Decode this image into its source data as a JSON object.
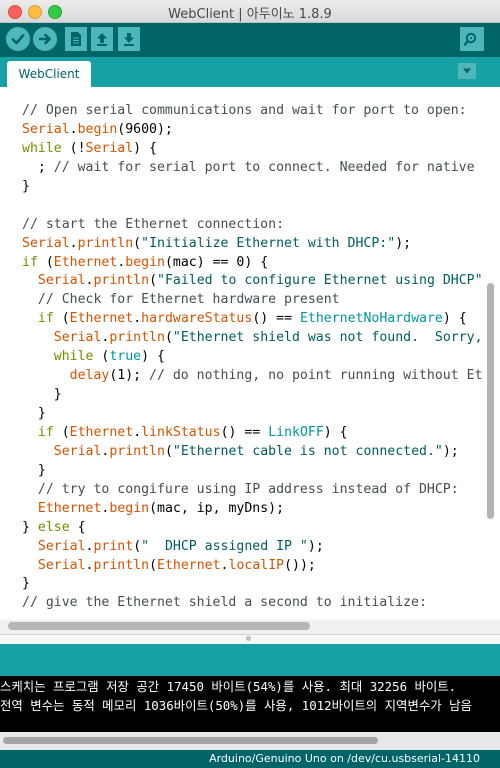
{
  "window": {
    "title": "WebClient | 아두이노 1.8.9"
  },
  "toolbar": {
    "verify_icon": "checkmark-icon",
    "upload_icon": "arrow-right-icon",
    "new_icon": "document-icon",
    "open_icon": "arrow-up-icon",
    "save_icon": "arrow-down-icon",
    "serial_monitor_icon": "magnifier-icon"
  },
  "tabs": [
    {
      "label": "WebClient"
    }
  ],
  "code": {
    "lines": [
      [
        {
          "t": "// Open serial communications and wait for port to open:",
          "c": "cm"
        }
      ],
      [
        {
          "t": "Serial",
          "c": "kw"
        },
        {
          "t": "."
        },
        {
          "t": "begin",
          "c": "kw"
        },
        {
          "t": "(9600);"
        }
      ],
      [
        {
          "t": "while",
          "c": "kw2"
        },
        {
          "t": " (!"
        },
        {
          "t": "Serial",
          "c": "kw"
        },
        {
          "t": ") {"
        }
      ],
      [
        {
          "t": "  ; "
        },
        {
          "t": "// wait for serial port to connect. Needed for native",
          "c": "cm"
        }
      ],
      [
        {
          "t": "}"
        }
      ],
      [
        {
          "t": ""
        }
      ],
      [
        {
          "t": "// start the Ethernet connection:",
          "c": "cm"
        }
      ],
      [
        {
          "t": "Serial",
          "c": "kw"
        },
        {
          "t": "."
        },
        {
          "t": "println",
          "c": "kw"
        },
        {
          "t": "("
        },
        {
          "t": "\"Initialize Ethernet with DHCP:\"",
          "c": "st"
        },
        {
          "t": ");"
        }
      ],
      [
        {
          "t": "if",
          "c": "kw2"
        },
        {
          "t": " ("
        },
        {
          "t": "Ethernet",
          "c": "kw"
        },
        {
          "t": "."
        },
        {
          "t": "begin",
          "c": "kw"
        },
        {
          "t": "(mac) == 0) {"
        }
      ],
      [
        {
          "t": "  "
        },
        {
          "t": "Serial",
          "c": "kw"
        },
        {
          "t": "."
        },
        {
          "t": "println",
          "c": "kw"
        },
        {
          "t": "("
        },
        {
          "t": "\"Failed to configure Ethernet using DHCP\"",
          "c": "st"
        }
      ],
      [
        {
          "t": "  "
        },
        {
          "t": "// Check for Ethernet hardware present",
          "c": "cm"
        }
      ],
      [
        {
          "t": "  "
        },
        {
          "t": "if",
          "c": "kw2"
        },
        {
          "t": " ("
        },
        {
          "t": "Ethernet",
          "c": "kw"
        },
        {
          "t": "."
        },
        {
          "t": "hardwareStatus",
          "c": "kw"
        },
        {
          "t": "() == "
        },
        {
          "t": "EthernetNoHardware",
          "c": "ct"
        },
        {
          "t": ") {"
        }
      ],
      [
        {
          "t": "    "
        },
        {
          "t": "Serial",
          "c": "kw"
        },
        {
          "t": "."
        },
        {
          "t": "println",
          "c": "kw"
        },
        {
          "t": "("
        },
        {
          "t": "\"Ethernet shield was not found.  Sorry,",
          "c": "st"
        }
      ],
      [
        {
          "t": "    "
        },
        {
          "t": "while",
          "c": "kw2"
        },
        {
          "t": " ("
        },
        {
          "t": "true",
          "c": "ct"
        },
        {
          "t": ") {"
        }
      ],
      [
        {
          "t": "      "
        },
        {
          "t": "delay",
          "c": "kw"
        },
        {
          "t": "(1); "
        },
        {
          "t": "// do nothing, no point running without Et",
          "c": "cm"
        }
      ],
      [
        {
          "t": "    }"
        }
      ],
      [
        {
          "t": "  }"
        }
      ],
      [
        {
          "t": "  "
        },
        {
          "t": "if",
          "c": "kw2"
        },
        {
          "t": " ("
        },
        {
          "t": "Ethernet",
          "c": "kw"
        },
        {
          "t": "."
        },
        {
          "t": "linkStatus",
          "c": "kw"
        },
        {
          "t": "() == "
        },
        {
          "t": "LinkOFF",
          "c": "ct"
        },
        {
          "t": ") {"
        }
      ],
      [
        {
          "t": "    "
        },
        {
          "t": "Serial",
          "c": "kw"
        },
        {
          "t": "."
        },
        {
          "t": "println",
          "c": "kw"
        },
        {
          "t": "("
        },
        {
          "t": "\"Ethernet cable is not connected.\"",
          "c": "st"
        },
        {
          "t": ");"
        }
      ],
      [
        {
          "t": "  }"
        }
      ],
      [
        {
          "t": "  "
        },
        {
          "t": "// try to congifure using IP address instead of DHCP:",
          "c": "cm"
        }
      ],
      [
        {
          "t": "  "
        },
        {
          "t": "Ethernet",
          "c": "kw"
        },
        {
          "t": "."
        },
        {
          "t": "begin",
          "c": "kw"
        },
        {
          "t": "(mac, ip, myDns);"
        }
      ],
      [
        {
          "t": "} "
        },
        {
          "t": "else",
          "c": "kw2"
        },
        {
          "t": " {"
        }
      ],
      [
        {
          "t": "  "
        },
        {
          "t": "Serial",
          "c": "kw"
        },
        {
          "t": "."
        },
        {
          "t": "print",
          "c": "kw"
        },
        {
          "t": "("
        },
        {
          "t": "\"  DHCP assigned IP \"",
          "c": "st"
        },
        {
          "t": ");"
        }
      ],
      [
        {
          "t": "  "
        },
        {
          "t": "Serial",
          "c": "kw"
        },
        {
          "t": "."
        },
        {
          "t": "println",
          "c": "kw"
        },
        {
          "t": "("
        },
        {
          "t": "Ethernet",
          "c": "kw"
        },
        {
          "t": "."
        },
        {
          "t": "localIP",
          "c": "kw"
        },
        {
          "t": "());"
        }
      ],
      [
        {
          "t": "}"
        }
      ],
      [
        {
          "t": "// give the Ethernet shield a second to initialize:",
          "c": "cm"
        }
      ]
    ]
  },
  "console": {
    "lines": [
      "스케치는 프로그램 저장 공간 17450 바이트(54%)를 사용. 최대 32256 바이트.",
      "전역 변수는 동적 메모리 1036바이트(50%)를 사용, 1012바이트의 지역변수가 남음"
    ]
  },
  "footer": {
    "board": "Arduino/Genuino Uno on /dev/cu.usbserial-14110"
  }
}
